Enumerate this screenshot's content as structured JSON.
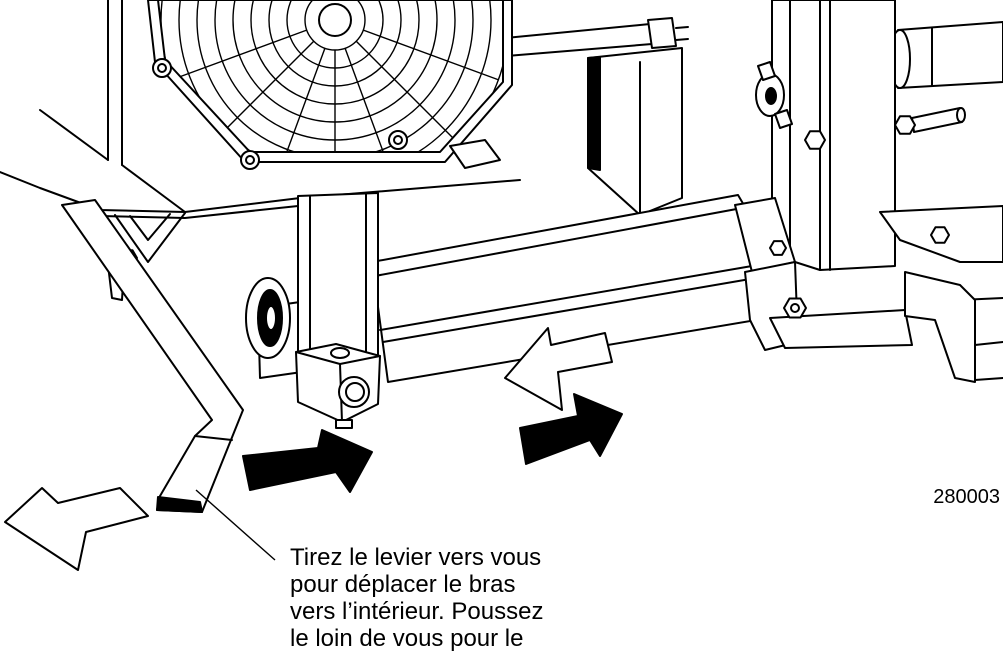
{
  "caption": {
    "lines": [
      "Tirez le levier vers vous",
      "pour déplacer le bras",
      "vers l’intérieur. Poussez",
      "le loin de vous pour le"
    ]
  },
  "figure_number": "280003",
  "colors": {
    "line": "#000000",
    "background": "#ffffff"
  }
}
